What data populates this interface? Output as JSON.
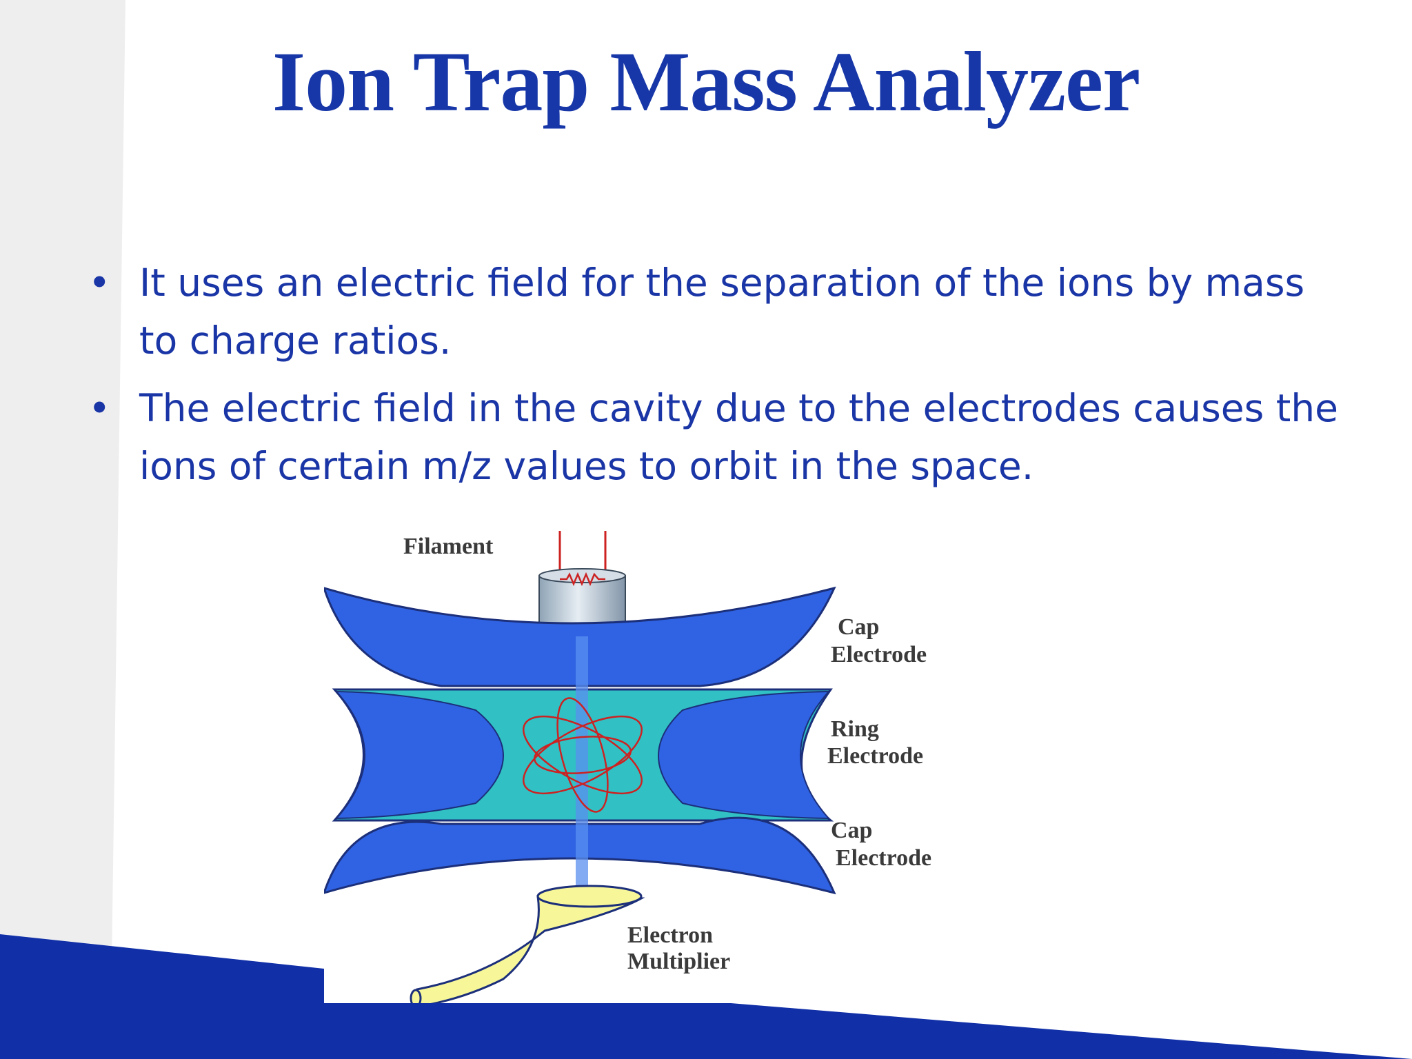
{
  "slide": {
    "title": "Ion Trap Mass Analyzer",
    "bullets": [
      {
        "marker": "•",
        "text": "It uses an electric field for the separation of the ions  by mass to charge ratios."
      },
      {
        "marker": "•",
        "text": "The electric field in the cavity due to the electrodes causes the ions of certain m/z values to orbit in the space."
      }
    ]
  },
  "diagram": {
    "labels": {
      "filament": "Filament",
      "cap_top_line1": "Cap",
      "cap_top_line2": "Electrode",
      "ring_line1": "Ring",
      "ring_line2": "Electrode",
      "cap_bottom_line1": "Cap",
      "cap_bottom_line2": "Electrode",
      "multiplier_line1": "Electron",
      "multiplier_line2": "Multiplier"
    }
  },
  "colors": {
    "title": "#1737a8",
    "body_text": "#1a35a6",
    "footer_band": "#1130a8",
    "side_panel": "#eeeeee",
    "electrode_blue": "#2f63e3",
    "cavity_teal": "#31c1c4",
    "orbit_red": "#cc2222",
    "multiplier_yellow": "#f7f79a"
  }
}
